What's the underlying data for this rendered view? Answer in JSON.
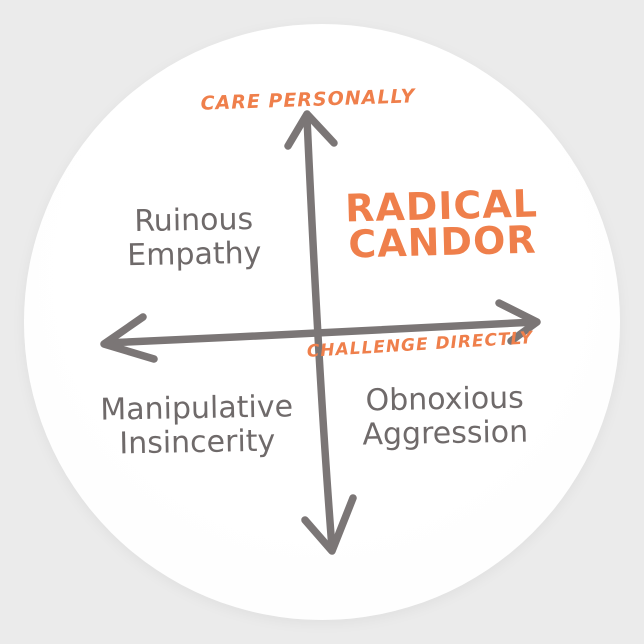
{
  "sticker": {
    "shape": "circle",
    "background_color": "#ebebeb",
    "sticker_color": "#fdfdfd"
  },
  "colors": {
    "accent_orange": "#ef7f4b",
    "ink_gray": "#6f6a6a",
    "axis_gray": "#7b7676"
  },
  "diagram": {
    "title": "Radical Candor quadrant diagram",
    "y_axis_label": "CARE PERSONALLY",
    "x_axis_label": "CHALLENGE DIRECTLY",
    "quadrants": {
      "top_right": {
        "line1": "RADICAL",
        "line2": "CANDOR"
      },
      "top_left": {
        "line1": "Ruinous",
        "line2": "Empathy"
      },
      "bottom_left": {
        "line1": "Manipulative",
        "line2": "Insincerity"
      },
      "bottom_right": {
        "line1": "Obnoxious",
        "line2": "Aggression"
      }
    }
  }
}
